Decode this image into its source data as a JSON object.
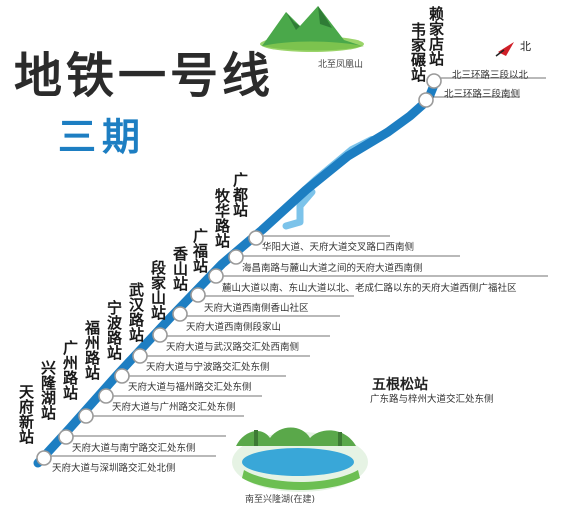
{
  "title": "地铁一号线",
  "phase": "三期",
  "north_terminal_caption": "北至凤凰山",
  "south_terminal_caption": "南至兴隆湖(在建)",
  "north_marker": "北",
  "colors": {
    "line": "#1d7ec2",
    "line_light": "#7cc3ea",
    "station_fill": "#ffffff",
    "title": "#2b2b2b",
    "phase": "#1d7ec2"
  },
  "stations_north": [
    {
      "name": "韦家碾站",
      "location": "北三环路三段南侧"
    },
    {
      "name": "赖家店站",
      "location": "北三环路三段以北"
    }
  ],
  "stations_south": [
    {
      "name": "广都站",
      "location": "华阳大道、天府大道交叉路口西南侧"
    },
    {
      "name": "牧华路站",
      "location": "海昌南路与麓山大道之间的天府大道西南侧"
    },
    {
      "name": "广福站",
      "location": "麓山大道以南、东山大道以北、老成仁路以东的天府大道西侧广福社区"
    },
    {
      "name": "香山站",
      "location": "天府大道西南侧香山社区"
    },
    {
      "name": "段家山站",
      "location": "天府大道西南侧段家山"
    },
    {
      "name": "武汉路站",
      "location": "天府大道与武汉路交汇处西南侧"
    },
    {
      "name": "宁波路站",
      "location": "天府大道与宁波路交汇处东侧"
    },
    {
      "name": "福州路站",
      "location": "天府大道与福州路交汇处东侧"
    },
    {
      "name": "广州路站",
      "location": "天府大道与广州路交汇处东侧"
    },
    {
      "name": "兴隆湖站",
      "location": "天府大道与南宁路交汇处东侧"
    },
    {
      "name": "天府新站",
      "location": "天府大道与深圳路交汇处北侧"
    }
  ],
  "special_station": {
    "name": "五根松站",
    "location": "广东路与梓州大道交汇处东侧"
  }
}
